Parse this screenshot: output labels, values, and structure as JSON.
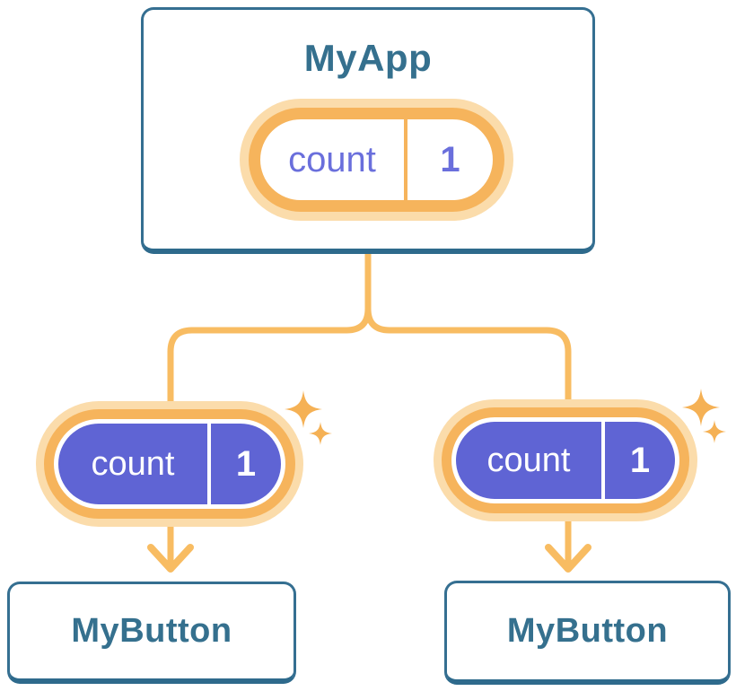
{
  "diagram": {
    "root": {
      "title": "MyApp",
      "state": {
        "name": "count",
        "value": "1"
      }
    },
    "children": [
      {
        "title": "MyButton",
        "state": {
          "name": "count",
          "value": "1"
        }
      },
      {
        "title": "MyButton",
        "state": {
          "name": "count",
          "value": "1"
        }
      }
    ]
  },
  "colors": {
    "blue-text": "#35708E",
    "blue-border": "#356F91",
    "blue-border-dark": "#2E6A8C",
    "orange": "#F6B45C",
    "orange-line": "#F8BC62",
    "orange-halo": "#FBDCAB",
    "sparkle": "#F5B155",
    "purple-fill": "#5F64D4",
    "purple-text": "#6A6FDC",
    "background": "#FFFFFF"
  }
}
